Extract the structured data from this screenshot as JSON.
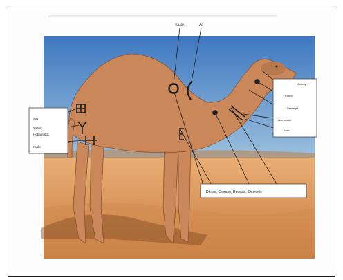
{
  "labels": {
    "top_left": "Kaslik",
    "top_right": "Ali",
    "left_1": "Sırt",
    "left_2": "Sabek",
    "left_3": "Hebamülük",
    "left_4": "Kuder",
    "right_1": "Anmay",
    "right_2": "Konrol",
    "right_3": "Semaget",
    "right_4": "Kanu cebek",
    "right_5": "Sara",
    "bottom": "Dhead, Coldahn, Howaan, Shuminie"
  },
  "colors": {
    "sky_top": "#3e78c0",
    "sky_bottom": "#8cb4d8",
    "sand_light": "#e7a468",
    "sand_dark": "#c47a3f",
    "camel": "#c9875a",
    "brand_mark": "#1e1e1e"
  }
}
